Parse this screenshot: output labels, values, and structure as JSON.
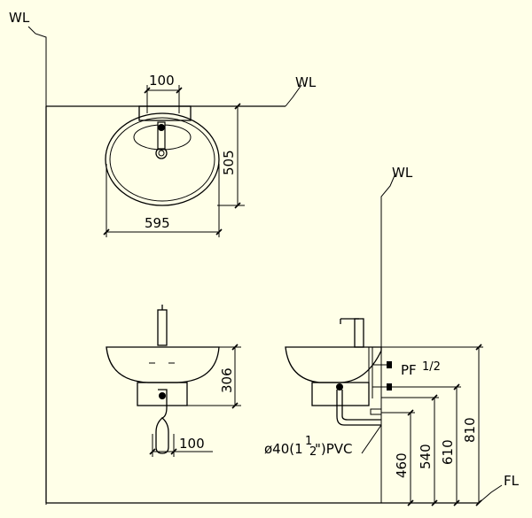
{
  "labels": {
    "wall_line": "WL",
    "floor_line": "FL",
    "pipe_label": "ø40(1",
    "pipe_fraction_top": "1",
    "pipe_fraction_bottom": "2",
    "pipe_suffix": "\")PVC",
    "supply_label": "PF",
    "supply_sub": "1/2"
  },
  "dimensions": {
    "tap_spacing": "100",
    "basin_width": "595",
    "basin_depth": "505",
    "basin_height": "306",
    "trap_offset": "100",
    "h_460": "460",
    "h_540": "540",
    "h_610": "610",
    "h_810": "810"
  }
}
